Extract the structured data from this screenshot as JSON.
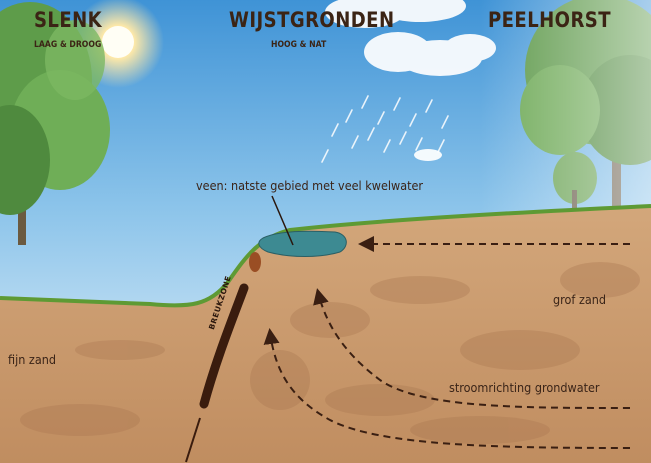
{
  "regions": [
    {
      "title": "SLENK",
      "subtitle": "LAAG & DROOG"
    },
    {
      "title": "WIJSTGRONDEN",
      "subtitle": "HOOG & NAT"
    },
    {
      "title": "PEELHORST",
      "subtitle": ""
    }
  ],
  "annotations": {
    "veen": "veen: natste gebied met veel kwelwater",
    "grof_zand": "grof zand",
    "fijn_zand": "fijn zand",
    "stroomrichting": "stroomrichting grondwater",
    "breukzone": "BREUKZONE"
  },
  "colors": {
    "sky_top": "#3b8fd4",
    "sky_bottom": "#e8f3fa",
    "soil": "#c9996b",
    "soil_dark": "#b07d52",
    "grass": "#6aa83a",
    "water": "#3d8a92",
    "fault": "#3a1c0e",
    "text": "#3b2415"
  }
}
